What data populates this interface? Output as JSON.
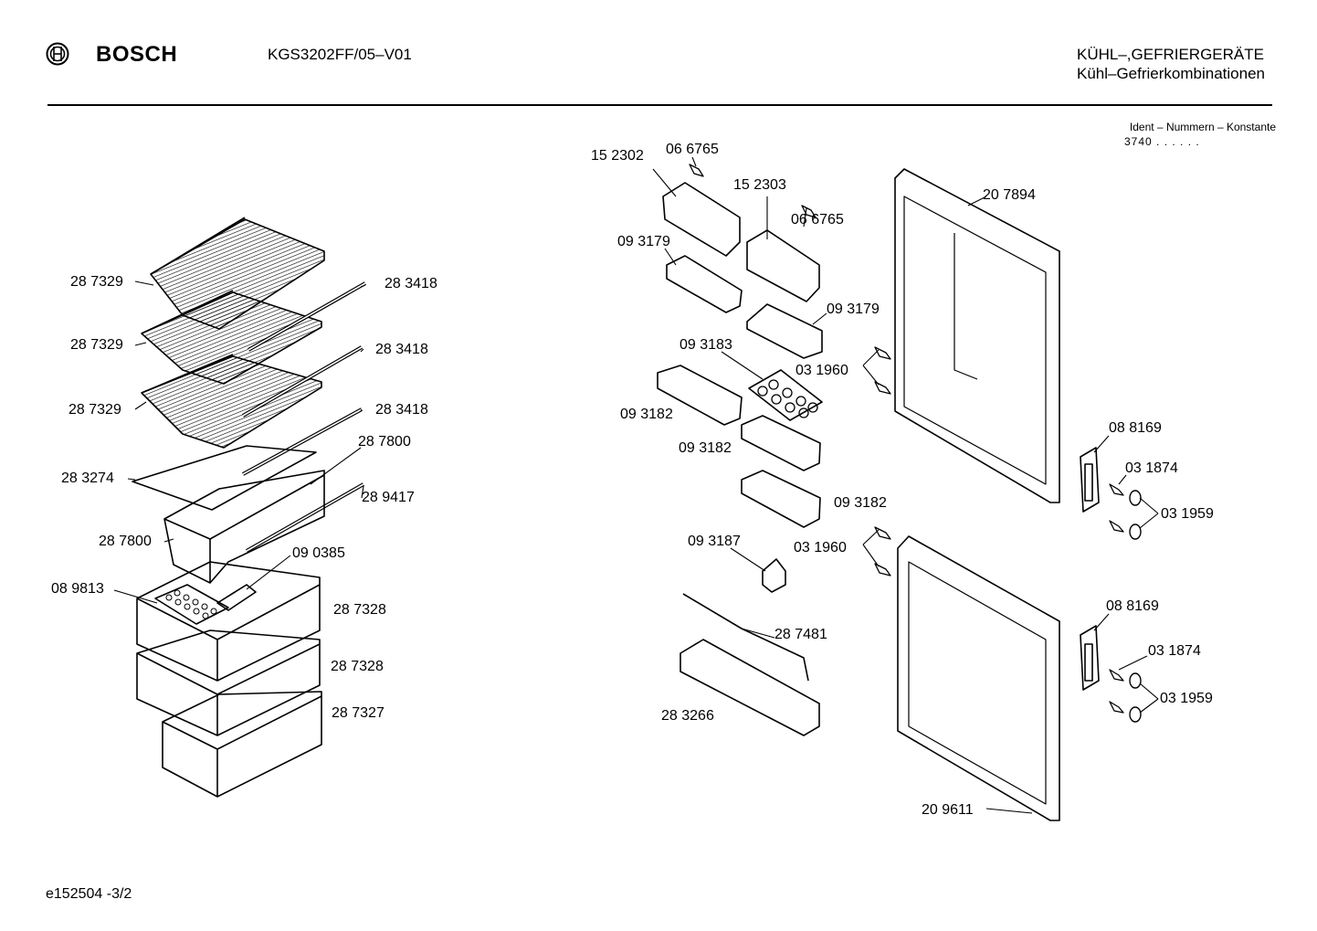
{
  "header": {
    "brand": "BOSCH",
    "model": "KGS3202FF/05–V01",
    "category_line1": "KÜHL–,GEFRIERGERÄTE",
    "category_line2": "Kühl–Gefrierkombinationen",
    "ident_label": "Ident – Nummern – Konstante",
    "ident_value": "3740 . . . . . ."
  },
  "footer": {
    "page_code": "e152504  -3/2"
  },
  "parts": [
    {
      "id": "p1",
      "label": "28 7329"
    },
    {
      "id": "p2",
      "label": "28 7329"
    },
    {
      "id": "p3",
      "label": "28 7329"
    },
    {
      "id": "p4",
      "label": "28 3418"
    },
    {
      "id": "p5",
      "label": "28 3418"
    },
    {
      "id": "p6",
      "label": "28 3418"
    },
    {
      "id": "p7",
      "label": "28 7800"
    },
    {
      "id": "p8",
      "label": "28 3274"
    },
    {
      "id": "p9",
      "label": "28 9417"
    },
    {
      "id": "p10",
      "label": "28 7800"
    },
    {
      "id": "p11",
      "label": "09 0385"
    },
    {
      "id": "p12",
      "label": "08 9813"
    },
    {
      "id": "p13",
      "label": "28 7328"
    },
    {
      "id": "p14",
      "label": "28 7328"
    },
    {
      "id": "p15",
      "label": "28 7327"
    },
    {
      "id": "p16",
      "label": "15 2302"
    },
    {
      "id": "p17",
      "label": "06 6765"
    },
    {
      "id": "p18",
      "label": "15 2303"
    },
    {
      "id": "p19",
      "label": "06 6765"
    },
    {
      "id": "p20",
      "label": "09 3179"
    },
    {
      "id": "p21",
      "label": "09 3179"
    },
    {
      "id": "p22",
      "label": "09 3183"
    },
    {
      "id": "p23",
      "label": "03 1960"
    },
    {
      "id": "p24",
      "label": "09 3182"
    },
    {
      "id": "p25",
      "label": "09 3182"
    },
    {
      "id": "p26",
      "label": "09 3182"
    },
    {
      "id": "p27",
      "label": "20 7894"
    },
    {
      "id": "p28",
      "label": "08 8169"
    },
    {
      "id": "p29",
      "label": "03 1874"
    },
    {
      "id": "p30",
      "label": "03 1959"
    },
    {
      "id": "p31",
      "label": "09 3187"
    },
    {
      "id": "p32",
      "label": "03 1960"
    },
    {
      "id": "p33",
      "label": "28 7481"
    },
    {
      "id": "p34",
      "label": "28 3266"
    },
    {
      "id": "p35",
      "label": "08 8169"
    },
    {
      "id": "p36",
      "label": "03 1874"
    },
    {
      "id": "p37",
      "label": "03 1959"
    },
    {
      "id": "p38",
      "label": "20 9611"
    }
  ]
}
